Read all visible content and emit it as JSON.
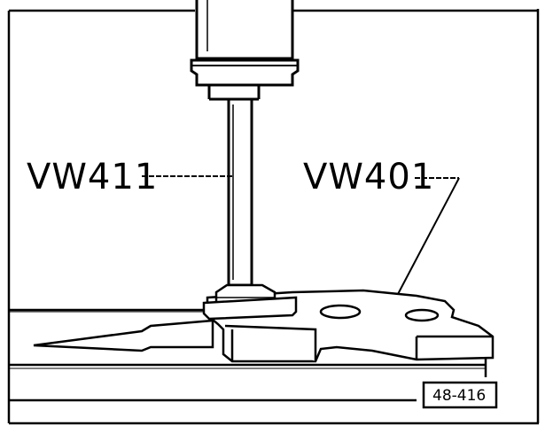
{
  "labels": {
    "tool_left": "VW411",
    "tool_right": "VW401"
  },
  "figure_ref": "48-416",
  "colors": {
    "ink": "#000000",
    "paper": "#ffffff"
  }
}
